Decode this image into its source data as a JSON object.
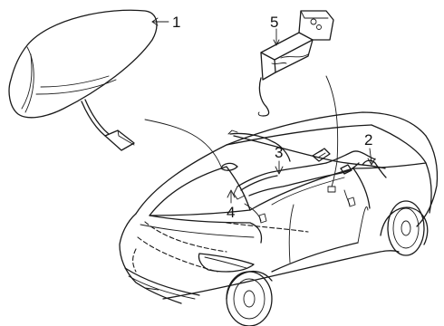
{
  "callouts": [
    {
      "id": 1,
      "label": "1"
    },
    {
      "id": 2,
      "label": "2"
    },
    {
      "id": 3,
      "label": "3"
    },
    {
      "id": 4,
      "label": "4"
    },
    {
      "id": 5,
      "label": "5"
    }
  ],
  "colors": {
    "line": "#1a1a1a",
    "background": "#ffffff"
  }
}
